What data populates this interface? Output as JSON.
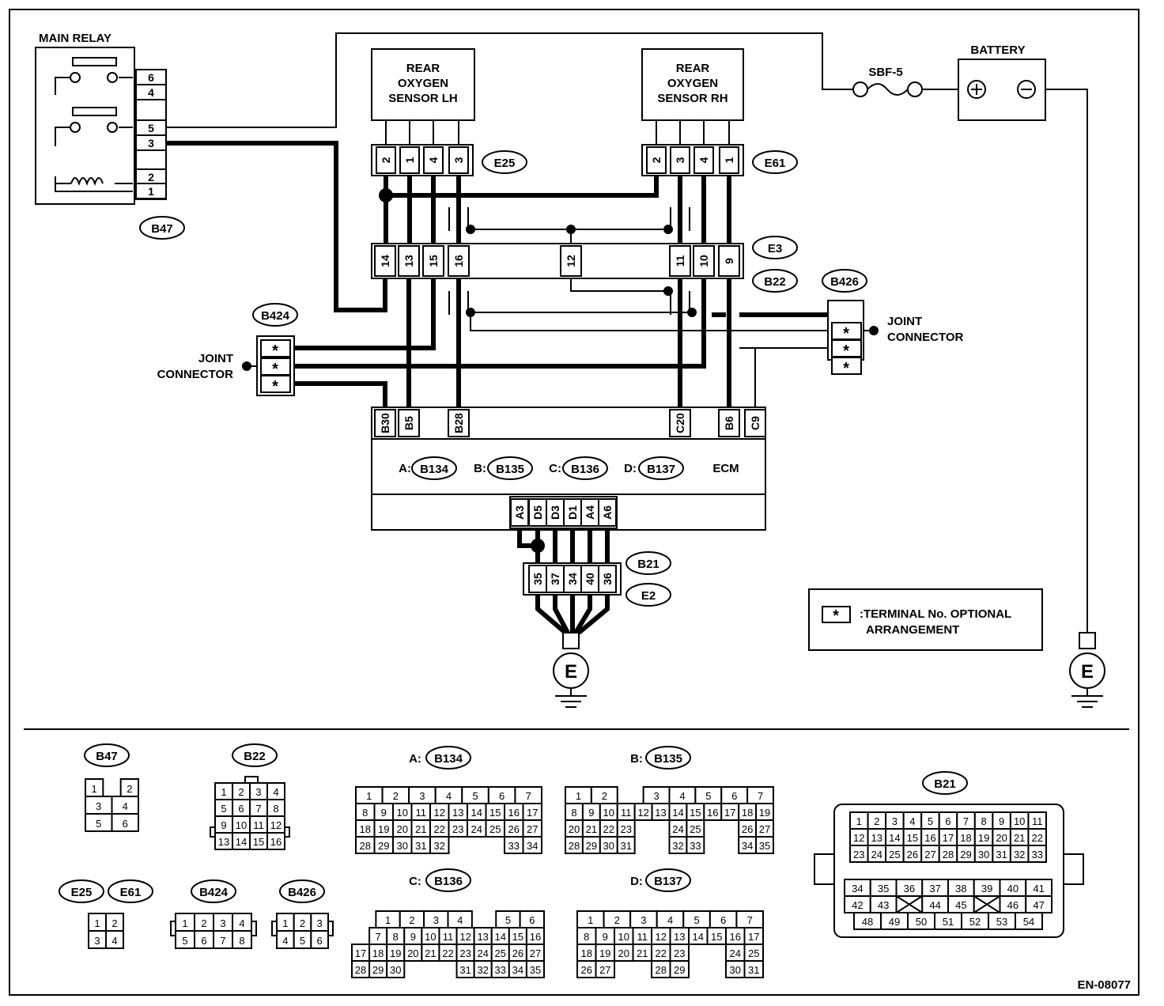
{
  "components": {
    "main_relay": "MAIN RELAY",
    "rear_o2_lh": [
      "REAR",
      "OXYGEN",
      "SENSOR LH"
    ],
    "rear_o2_rh": [
      "REAR",
      "OXYGEN",
      "SENSOR RH"
    ],
    "fuse": "SBF-5",
    "battery": "BATTERY",
    "ecm": "ECM",
    "joint_connector": [
      "JOINT",
      "CONNECTOR"
    ],
    "ground": "E",
    "terminal_mark": "*"
  },
  "tags": {
    "b47": "B47",
    "e25": "E25",
    "e61": "E61",
    "e3": "E3",
    "b22": "B22",
    "b424": "B424",
    "b426": "B426",
    "b21": "B21",
    "e2": "E2",
    "b134": "B134",
    "b135": "B135",
    "b136": "B136",
    "b137": "B137"
  },
  "ecm_connectors": [
    "A:",
    "B:",
    "C:",
    "D:"
  ],
  "main_pins": {
    "relay": [
      "6",
      "4",
      "5",
      "3",
      "2",
      "1"
    ],
    "e25": [
      "2",
      "1",
      "4",
      "3"
    ],
    "e61": [
      "2",
      "3",
      "4",
      "1"
    ],
    "e3_b22": [
      "14",
      "13",
      "15",
      "16",
      "12",
      "11",
      "10",
      "9"
    ],
    "ecm_top": [
      "B30",
      "B5",
      "B28",
      "C20",
      "B6",
      "C9"
    ],
    "ecm_bottom": [
      "A3",
      "D5",
      "D3",
      "D1",
      "A4",
      "A6"
    ],
    "b21_e2": [
      "35",
      "37",
      "34",
      "40",
      "36"
    ],
    "b424": [
      "*",
      "*",
      "*"
    ],
    "b426": [
      "*",
      "*",
      "*"
    ]
  },
  "legend": {
    "symbol": "*",
    "text": [
      ":TERMINAL No. OPTIONAL",
      "ARRANGEMENT"
    ]
  },
  "connector_faces": {
    "b47": [
      [
        "1",
        "",
        "2"
      ],
      [
        "3",
        "4"
      ],
      [
        "5",
        "6"
      ]
    ],
    "b22": [
      [
        "1",
        "2",
        "3",
        "4"
      ],
      [
        "5",
        "6",
        "7",
        "8"
      ],
      [
        "9",
        "10",
        "11",
        "12"
      ],
      [
        "13",
        "14",
        "15",
        "16"
      ]
    ],
    "e25_e61": [
      [
        "1",
        "2"
      ],
      [
        "3",
        "4"
      ]
    ],
    "b424": [
      [
        "1",
        "2",
        "3",
        "4"
      ],
      [
        "5",
        "6",
        "7",
        "8"
      ]
    ],
    "b426": [
      [
        "1",
        "2",
        "3"
      ],
      [
        "4",
        "5",
        "6"
      ]
    ],
    "b134": [
      [
        "1",
        "2",
        "3",
        "4",
        "5",
        "6",
        "7"
      ],
      [
        "8",
        "9",
        "10",
        "11",
        "12",
        "13",
        "14",
        "15",
        "16",
        "17"
      ],
      [
        "18",
        "19",
        "20",
        "21",
        "22",
        "23",
        "24",
        "25",
        "26",
        "27"
      ],
      [
        "28",
        "29",
        "30",
        "31",
        "32",
        null,
        null,
        null,
        "33",
        "34"
      ]
    ],
    "b135": [
      [
        "1",
        "2",
        null,
        "3",
        "4",
        "5",
        "6",
        "7"
      ],
      [
        "8",
        "9",
        "10",
        "11",
        "12",
        "13",
        "14",
        "15",
        "16",
        "17",
        "18",
        "19"
      ],
      [
        "20",
        "21",
        "22",
        "23",
        null,
        null,
        "24",
        "25",
        null,
        null,
        "26",
        "27"
      ],
      [
        "28",
        "29",
        "30",
        "31",
        null,
        null,
        "32",
        "33",
        null,
        null,
        "34",
        "35"
      ]
    ],
    "b136": [
      [
        null,
        "1",
        "2",
        "3",
        "4",
        null,
        "5",
        "6"
      ],
      [
        null,
        "7",
        "8",
        "9",
        "10",
        "11",
        "12",
        "13",
        "14",
        "15",
        "16"
      ],
      [
        "17",
        "18",
        "19",
        "20",
        "21",
        "22",
        "23",
        "24",
        "25",
        "26",
        "27"
      ],
      [
        "28",
        "29",
        "30",
        null,
        null,
        null,
        "31",
        "32",
        "33",
        "34",
        "35"
      ]
    ],
    "b137": [
      [
        "1",
        "2",
        "3",
        "4",
        "5",
        "6",
        "7"
      ],
      [
        "8",
        "9",
        "10",
        "11",
        "12",
        "13",
        "14",
        "15",
        "16",
        "17"
      ],
      [
        "18",
        "19",
        "20",
        "21",
        "22",
        "23",
        null,
        null,
        "24",
        "25"
      ],
      [
        "26",
        "27",
        null,
        null,
        "28",
        "29",
        null,
        null,
        "30",
        "31"
      ]
    ],
    "b21": [
      [
        "1",
        "2",
        "3",
        "4",
        "5",
        "6",
        "7",
        "8",
        "9",
        "10",
        "11"
      ],
      [
        "12",
        "13",
        "14",
        "15",
        "16",
        "17",
        "18",
        "19",
        "20",
        "21",
        "22"
      ],
      [
        "23",
        "24",
        "25",
        "26",
        "27",
        "28",
        "29",
        "30",
        "31",
        "32",
        "33"
      ],
      [
        "34",
        "35",
        "36",
        "37",
        "38",
        "39",
        "40",
        "41"
      ],
      [
        "42",
        "43",
        "X",
        "44",
        "45",
        "X",
        "46",
        "47"
      ],
      [
        "48",
        "49",
        "50",
        "51",
        "52",
        "53",
        "54"
      ]
    ]
  },
  "figure_id": "EN-08077"
}
